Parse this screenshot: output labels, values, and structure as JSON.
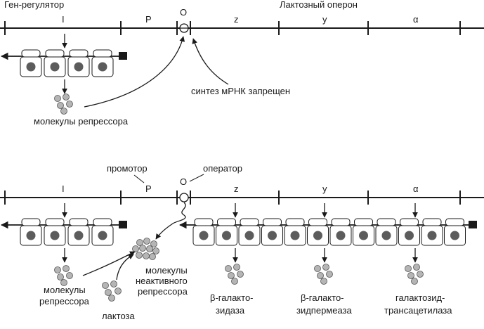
{
  "top": {
    "regulator_gene_label": "Ген-регулятор",
    "operon_label": "Лактозный оперон",
    "gene_I": "I",
    "gene_P": "P",
    "gene_O": "O",
    "gene_z": "z",
    "gene_y": "y",
    "gene_alpha": "α",
    "repressor_molecules": "молекулы репрессора",
    "mrna_blocked": "синтез мРНК запрещен"
  },
  "bottom": {
    "promoter_label": "промотор",
    "operator_label": "оператор",
    "gene_I": "I",
    "gene_P": "P",
    "gene_O": "O",
    "gene_z": "z",
    "gene_y": "y",
    "gene_alpha": "α",
    "repressor_molecules_line1": "молекулы",
    "repressor_molecules_line2": "репрессора",
    "lactose": "лактоза",
    "inactive_line1": "молекулы",
    "inactive_line2": "неактивного",
    "inactive_line3": "репрессора",
    "prod_z_line1": "β-галакто-",
    "prod_z_line2": "зидаза",
    "prod_y_line1": "β-галакто-",
    "prod_y_line2": "зидпермеаза",
    "prod_a_line1": "галактозид-",
    "prod_a_line2": "трансацетилаза"
  }
}
